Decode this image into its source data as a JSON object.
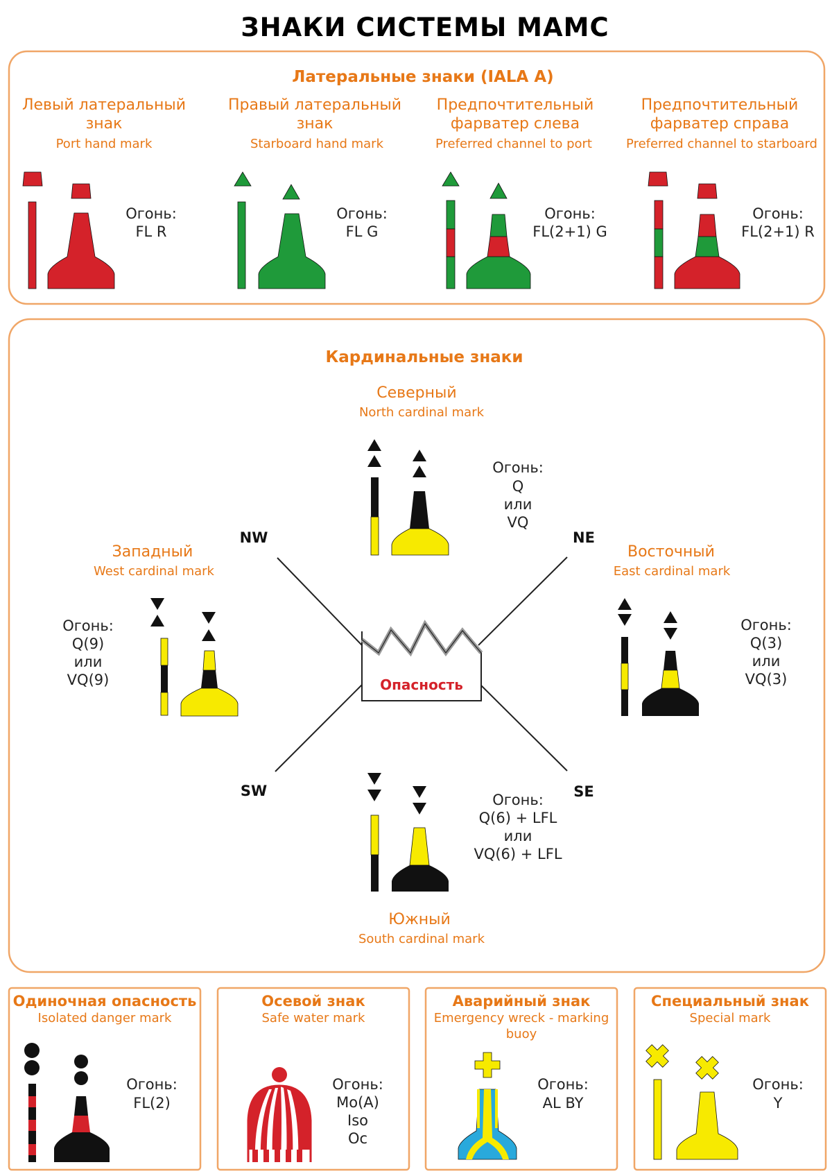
{
  "title": "ЗНАКИ СИСТЕМЫ МАМС",
  "colors": {
    "accent": "#e77817",
    "red": "#d4222a",
    "green": "#1f9a3a",
    "yellow": "#f7ea00",
    "black": "#111111",
    "blue": "#29a9dc"
  },
  "lateral": {
    "heading": "Латеральные знаки (IALA A)",
    "marks": [
      {
        "name_ru": [
          "Левый латеральный",
          "знак"
        ],
        "name_en": "Port hand mark",
        "light_label": "Огонь:",
        "light": [
          "FL R"
        ]
      },
      {
        "name_ru": [
          "Правый латеральный",
          "знак"
        ],
        "name_en": "Starboard hand mark",
        "light_label": "Огонь:",
        "light": [
          "FL G"
        ]
      },
      {
        "name_ru": [
          "Предпочтительный",
          "фарватер слева"
        ],
        "name_en": "Preferred channel to port",
        "light_label": "Огонь:",
        "light": [
          "FL(2+1) G"
        ]
      },
      {
        "name_ru": [
          "Предпочтительный",
          "фарватер справа"
        ],
        "name_en": "Preferred channel to starboard",
        "light_label": "Огонь:",
        "light": [
          "FL(2+1) R"
        ]
      }
    ]
  },
  "cardinal": {
    "heading": "Кардинальные знаки",
    "danger_label": "Опасность",
    "directions": [
      "NW",
      "NE",
      "SW",
      "SE"
    ],
    "north": {
      "name_ru": "Северный",
      "name_en": "North cardinal mark",
      "light_label": "Огонь:",
      "light": [
        "Q",
        "или",
        "VQ"
      ]
    },
    "west": {
      "name_ru": "Западный",
      "name_en": "West cardinal mark",
      "light_label": "Огонь:",
      "light": [
        "Q(9)",
        "или",
        "VQ(9)"
      ]
    },
    "east": {
      "name_ru": "Восточный",
      "name_en": "East cardinal mark",
      "light_label": "Огонь:",
      "light": [
        "Q(3)",
        "или",
        "VQ(3)"
      ]
    },
    "south": {
      "name_ru": "Южный",
      "name_en": "South cardinal mark",
      "light_label": "Огонь:",
      "light": [
        "Q(6) + LFL",
        "или",
        "VQ(6) + LFL"
      ]
    }
  },
  "other": [
    {
      "name_ru": "Одиночная опасность",
      "name_en": [
        "Isolated danger mark"
      ],
      "light_label": "Огонь:",
      "light": [
        "FL(2)"
      ]
    },
    {
      "name_ru": "Осевой знак",
      "name_en": [
        "Safe water mark"
      ],
      "light_label": "Огонь:",
      "light": [
        "Mo(A)",
        "Iso",
        "Oc"
      ]
    },
    {
      "name_ru": "Аварийный знак",
      "name_en": [
        "Emergency wreck - marking",
        "buoy"
      ],
      "light_label": "Огонь:",
      "light": [
        "AL BY"
      ]
    },
    {
      "name_ru": "Специальный знак",
      "name_en": [
        "Special mark"
      ],
      "light_label": "Огонь:",
      "light": [
        "Y"
      ]
    }
  ]
}
